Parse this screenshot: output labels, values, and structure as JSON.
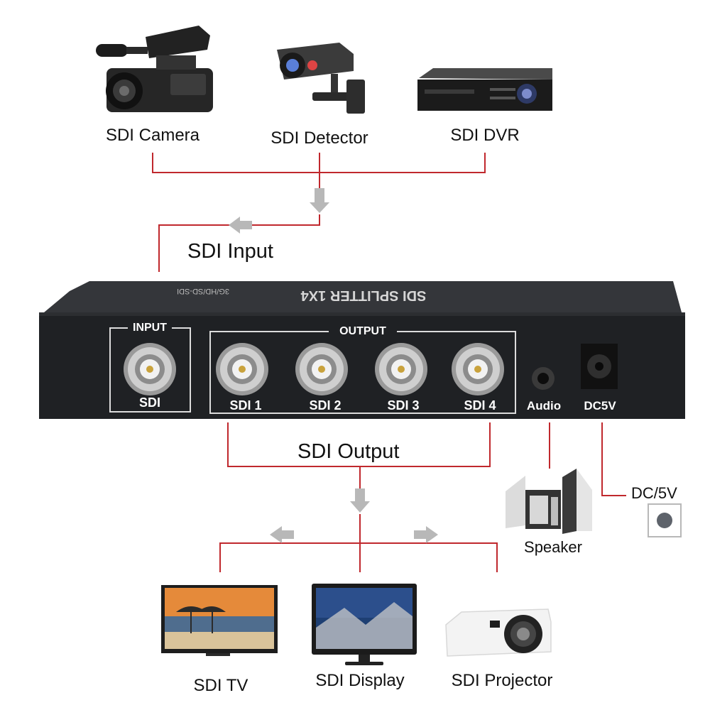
{
  "sources": {
    "camera": "SDI Camera",
    "detector": "SDI Detector",
    "dvr": "SDI DVR"
  },
  "input_label": "SDI Input",
  "output_label": "SDI Output",
  "device": {
    "top_title": "SDI SPLITTER 1X4",
    "top_subtitle": "3G/HD/SD-SDI",
    "input_group": "INPUT",
    "input_port": "SDI",
    "output_group": "OUTPUT",
    "output_ports": [
      "SDI 1",
      "SDI 2",
      "SDI 3",
      "SDI 4"
    ],
    "audio_port": "Audio",
    "power_port": "DC5V"
  },
  "destinations": {
    "tv": "SDI TV",
    "display": "SDI Display",
    "projector": "SDI Projector"
  },
  "speaker_label": "Speaker",
  "power_label": "DC/5V",
  "colors": {
    "wire": "#c0282d",
    "arrow": "#b8b8b8",
    "device_body": "#1f2124"
  }
}
